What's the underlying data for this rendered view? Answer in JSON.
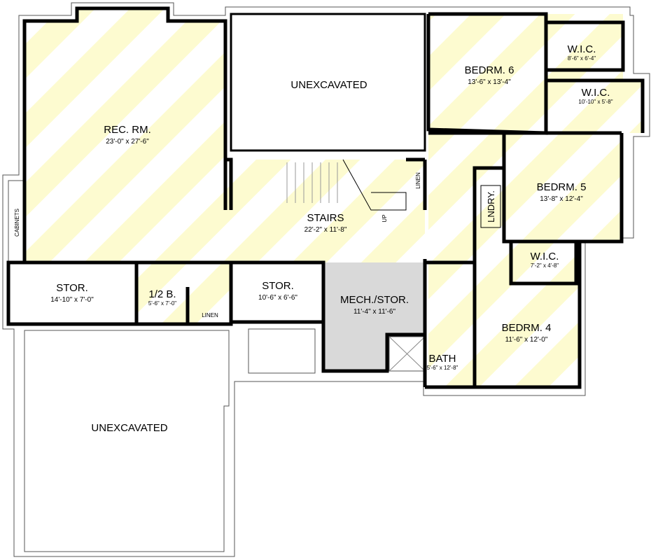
{
  "colors": {
    "stripe": "#fdfbd0",
    "mech": "#d9d9d9",
    "wall": "#000000"
  },
  "rooms": [
    {
      "id": "rec-rm",
      "name": "REC. RM.",
      "dims": "23'-0\" x 27'-6\""
    },
    {
      "id": "unexcavated-top",
      "name": "UNEXCAVATED",
      "dims": ""
    },
    {
      "id": "stairs",
      "name": "STAIRS",
      "dims": "22'-2\" x 11'-8\""
    },
    {
      "id": "stor-left",
      "name": "STOR.",
      "dims": "14'-10\" x 7'-0\""
    },
    {
      "id": "half-bath",
      "name": "1/2 B.",
      "dims": "5'-6\" x 7'-0\""
    },
    {
      "id": "stor-mid",
      "name": "STOR.",
      "dims": "10'-6\" x 6'-6\""
    },
    {
      "id": "mech-stor",
      "name": "MECH./STOR.",
      "dims": "11'-4\" x 11'-6\""
    },
    {
      "id": "bath",
      "name": "BATH",
      "dims": "5'-6\" x 12'-8\""
    },
    {
      "id": "bedrm-6",
      "name": "BEDRM. 6",
      "dims": "13'-6\" x 13'-4\""
    },
    {
      "id": "wic-1",
      "name": "W.I.C.",
      "dims": "8'-6\" x 6'-4\""
    },
    {
      "id": "wic-2",
      "name": "W.I.C.",
      "dims": "10'-10\" x 5'-8\""
    },
    {
      "id": "bedrm-5",
      "name": "BEDRM. 5",
      "dims": "13'-8\" x 12'-4\""
    },
    {
      "id": "wic-3",
      "name": "W.I.C.",
      "dims": "7'-2\" x 4'-8\""
    },
    {
      "id": "bedrm-4",
      "name": "BEDRM. 4",
      "dims": "11'-6\" x 12'-0\""
    },
    {
      "id": "unexcavated-bottom",
      "name": "UNEXCAVATED",
      "dims": ""
    }
  ],
  "labels": {
    "cabinets": "CABINETS",
    "linen_half": "LINEN",
    "linen_hall": "LINEN",
    "laundry": "LNDRY.",
    "up": "UP"
  }
}
